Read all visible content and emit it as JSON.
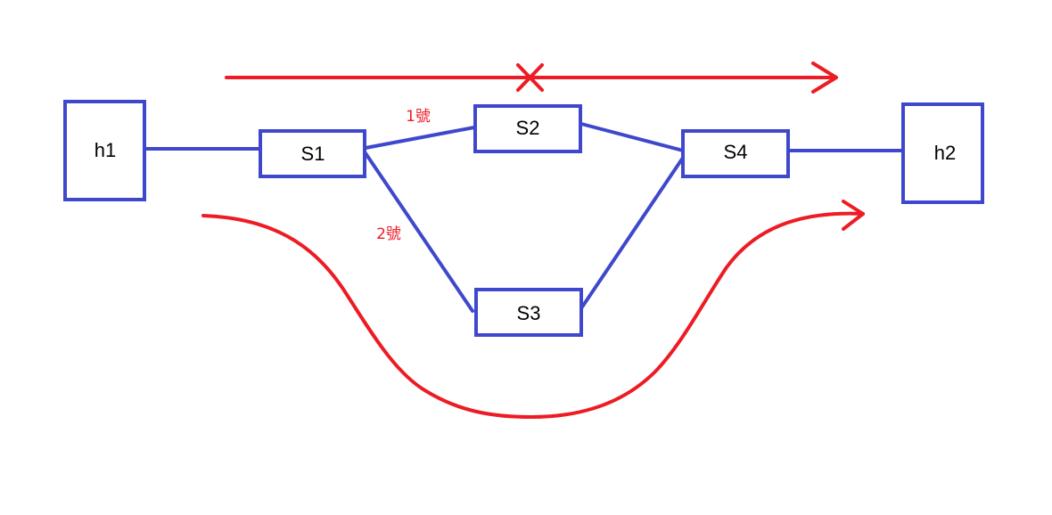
{
  "diagram": {
    "nodes": {
      "h1": "h1",
      "h2": "h2",
      "s1": "S1",
      "s2": "S2",
      "s3": "S3",
      "s4": "S4"
    },
    "port_labels": {
      "port1": "1號",
      "port2": "2號"
    },
    "colors": {
      "node_border": "#3f48cc",
      "link": "#3f48cc",
      "path_arrow": "#ed1c24"
    },
    "annotations": {
      "blocked_path": "straight arrow via S2 crossed out with an X",
      "alternate_path": "curved arrow routed below via S3"
    }
  }
}
